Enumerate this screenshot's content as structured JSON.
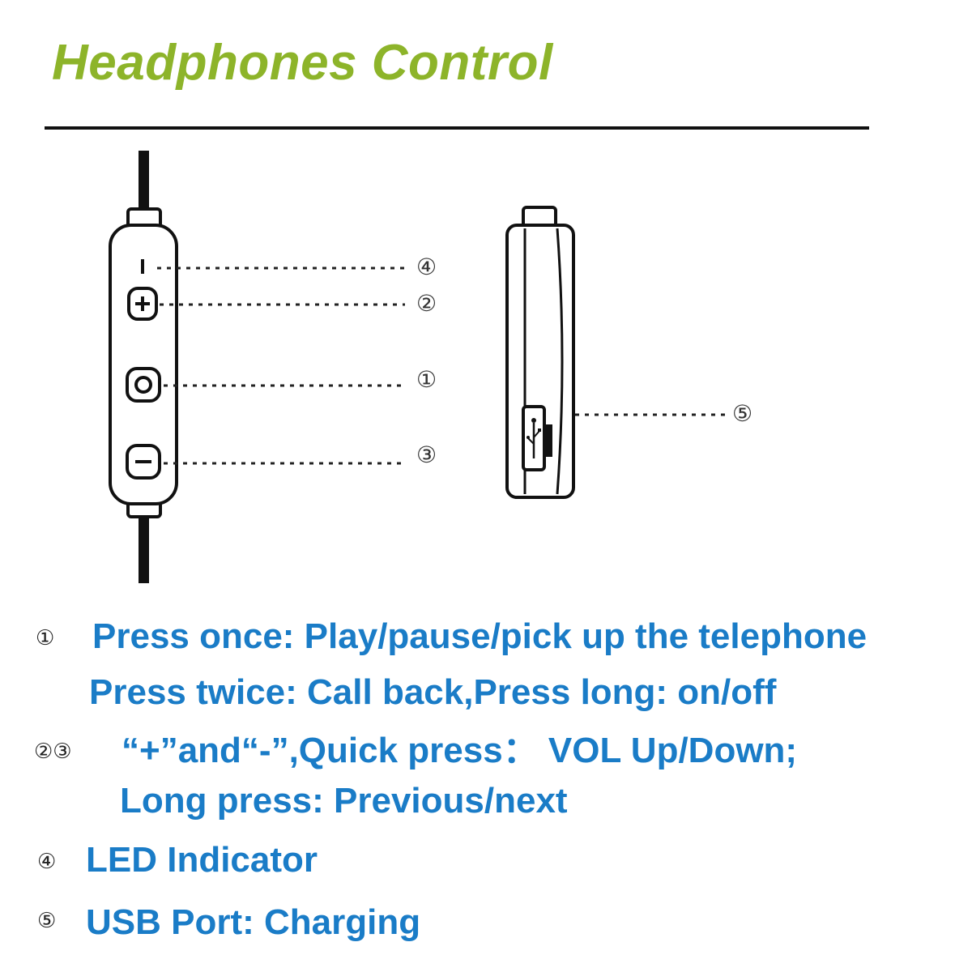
{
  "title": "Headphones Control",
  "callouts": {
    "c1": "①",
    "c2": "②",
    "c3": "③",
    "c4": "④",
    "c5": "⑤"
  },
  "legend": {
    "item1": {
      "marker": "①",
      "line1": "Press once: Play/pause/pick up the telephone",
      "line2": "Press twice: Call back,Press long: on/off"
    },
    "item2": {
      "marker": "②③",
      "line1": "“+”and“-”,Quick press： VOL Up/Down;",
      "line2": "Long press: Previous/next"
    },
    "item3": {
      "marker": "④",
      "line1": "LED Indicator"
    },
    "item4": {
      "marker": "⑤",
      "line1": "USB Port: Charging"
    }
  },
  "colors": {
    "title": "#8db42a",
    "legend_text": "#1a7cc7",
    "line": "#111111"
  },
  "icons": {
    "plus_button": "plus-circle-icon",
    "play_button": "circle-icon",
    "minus_button": "minus-circle-icon",
    "usb": "usb-icon"
  }
}
